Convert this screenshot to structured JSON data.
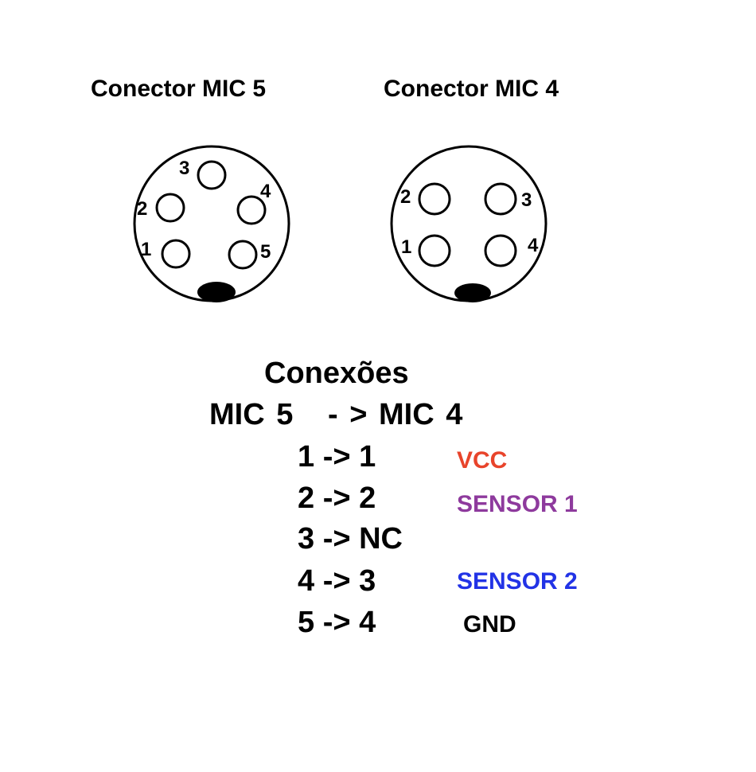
{
  "connectors": {
    "mic5": {
      "title": "Conector MIC 5",
      "pins": [
        "1",
        "2",
        "3",
        "4",
        "5"
      ]
    },
    "mic4": {
      "title": "Conector MIC 4",
      "pins": [
        "1",
        "2",
        "3",
        "4"
      ]
    }
  },
  "connections": {
    "heading": "Conexões",
    "mapping_header": "MIC 5   - > MIC 4",
    "rows": [
      {
        "pair": "1 -> 1",
        "signal": "VCC",
        "color": "#E8442B"
      },
      {
        "pair": "2 -> 2",
        "signal": "SENSOR 1",
        "color": "#8E3A9D"
      },
      {
        "pair": "3 -> NC",
        "signal": "",
        "color": ""
      },
      {
        "pair": "4 -> 3",
        "signal": "SENSOR 2",
        "color": "#2233E6"
      },
      {
        "pair": "5 -> 4",
        "signal": "GND",
        "color": "#000000"
      }
    ]
  }
}
